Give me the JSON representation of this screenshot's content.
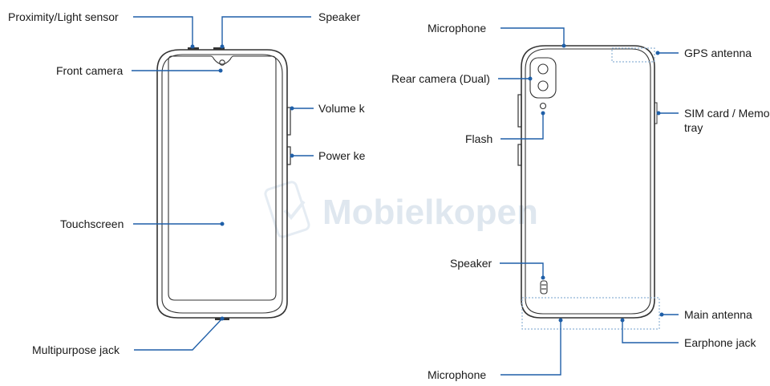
{
  "watermark": {
    "text": "Mobielkopen"
  },
  "front_view": {
    "labels": {
      "proximity_sensor": "Proximity/Light sensor",
      "speaker": "Speaker",
      "front_camera": "Front camera",
      "volume_key": "Volume k",
      "power_key": "Power ke",
      "touchscreen": "Touchscreen",
      "multipurpose_jack": "Multipurpose jack"
    }
  },
  "back_view": {
    "labels": {
      "microphone_top": "Microphone",
      "gps_antenna": "GPS antenna",
      "rear_camera": "Rear camera (Dual)",
      "sim_tray_line1": "SIM card / Memo",
      "sim_tray_line2": "tray",
      "flash": "Flash",
      "speaker": "Speaker",
      "main_antenna": "Main antenna",
      "earphone_jack": "Earphone jack",
      "microphone_bottom": "Microphone"
    }
  },
  "colors": {
    "leader_lines": "#1f5fa8",
    "outline": "#333333",
    "watermark": "#dfe7ef"
  }
}
